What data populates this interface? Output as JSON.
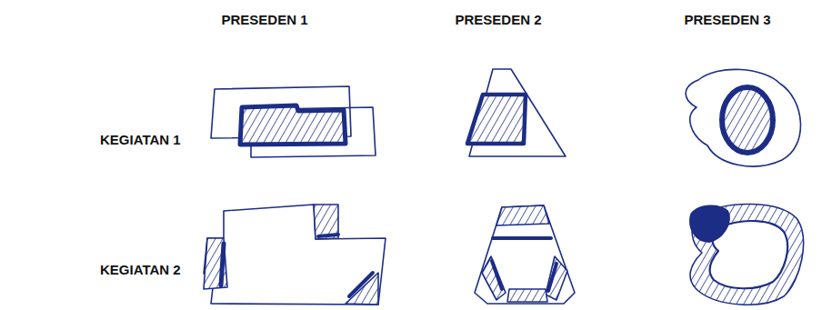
{
  "diagram": {
    "labels": [
      "PRESEDEN 1",
      "PRESEDEN 2",
      "PRESEDEN 3",
      "KEGIATAN 1",
      "KEGIATAN 2"
    ]
  }
}
